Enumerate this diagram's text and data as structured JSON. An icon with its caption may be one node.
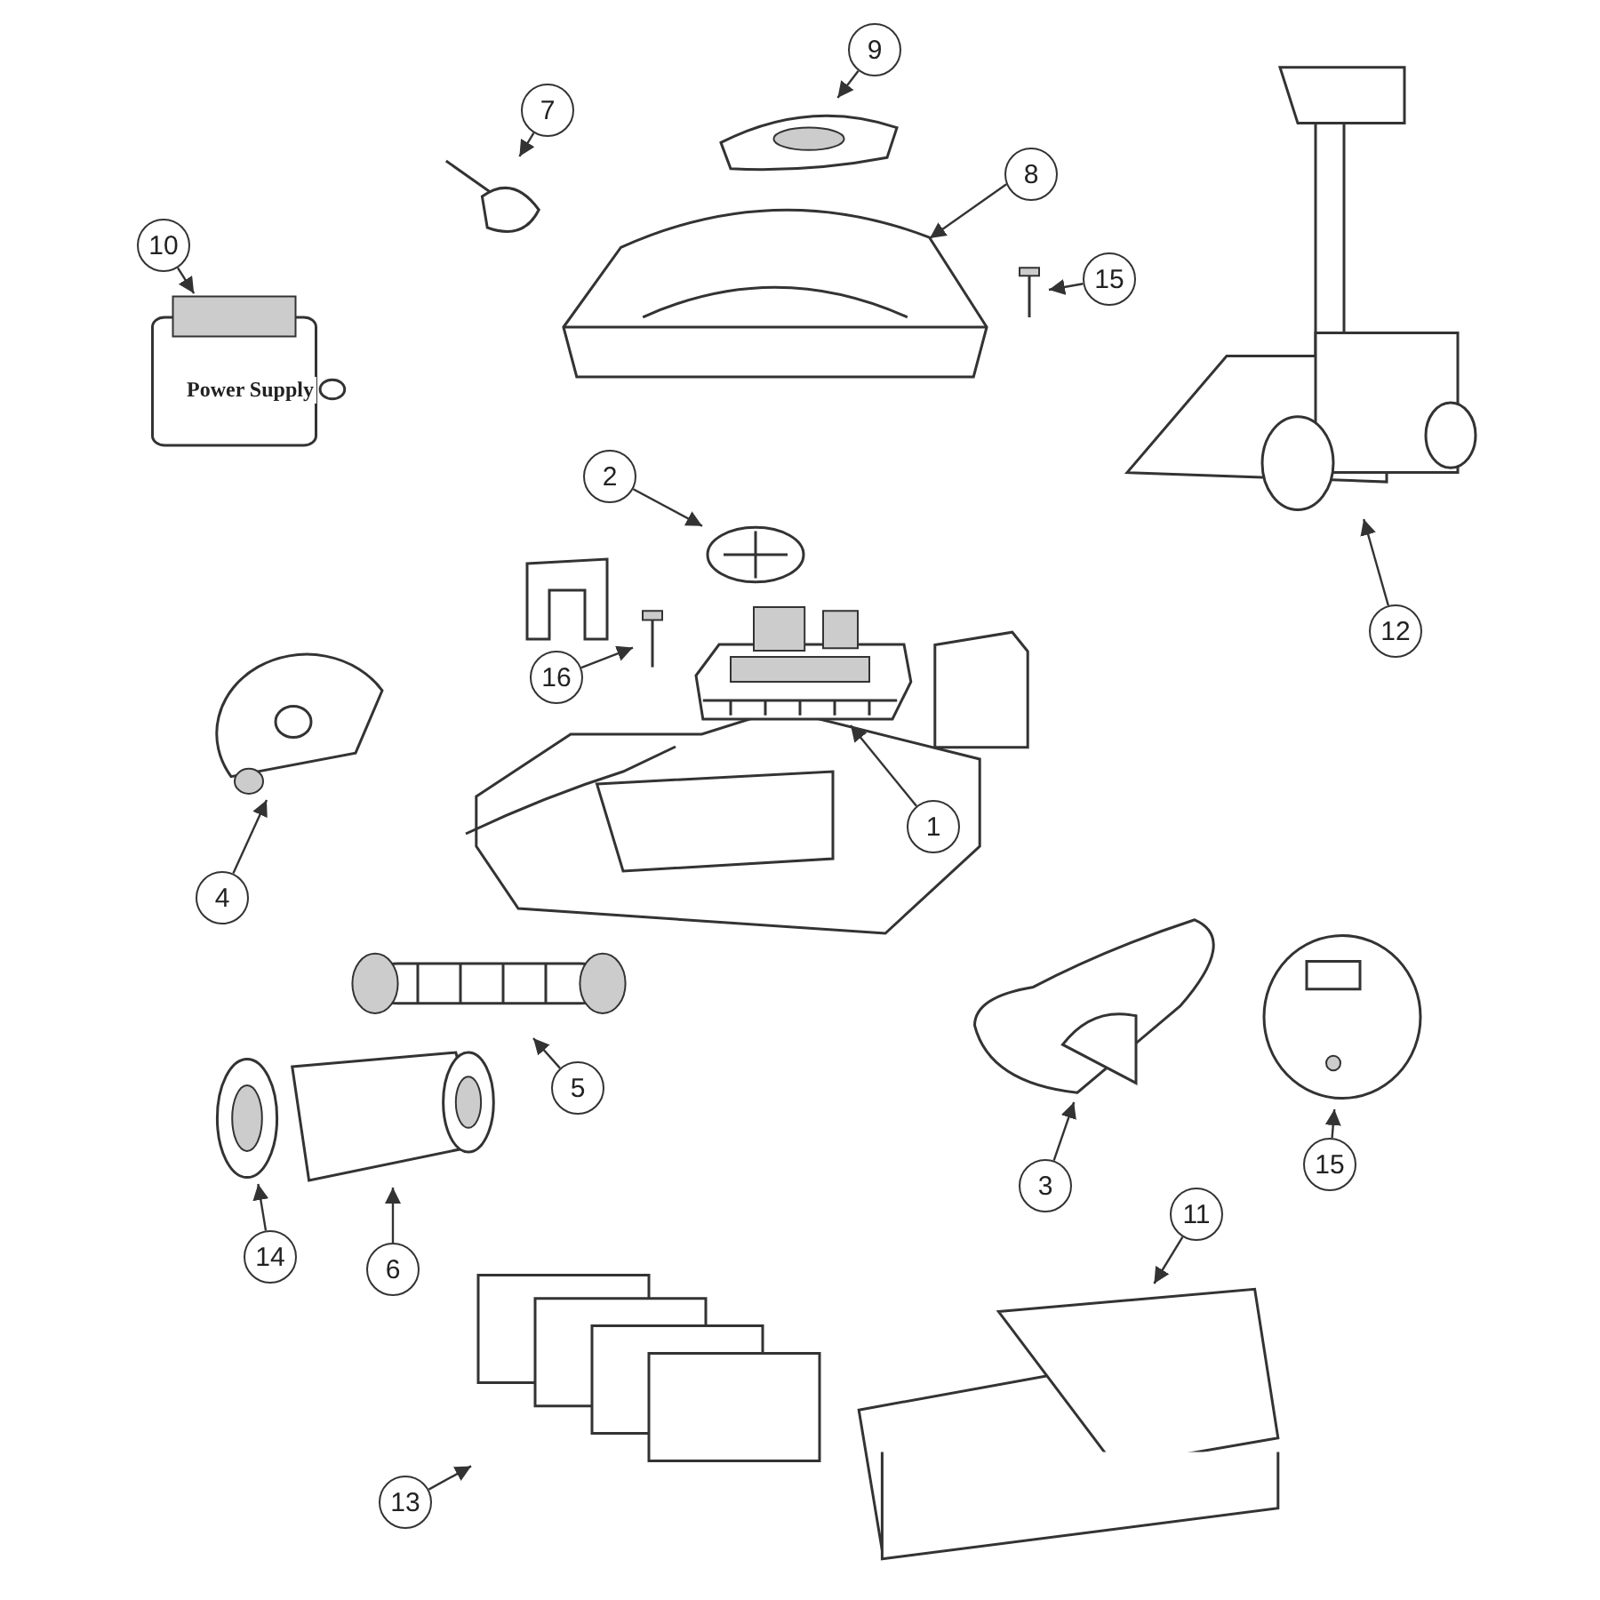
{
  "diagram": {
    "nodes": [
      {
        "text": [
          "9"
        ]
      },
      {
        "text": [
          "7"
        ]
      },
      {
        "text": [
          "8"
        ]
      },
      {
        "text": [
          "15"
        ]
      },
      {
        "text": [
          "10"
        ]
      },
      {
        "text": [
          "2"
        ]
      },
      {
        "text": [
          "16"
        ]
      },
      {
        "text": [
          "12"
        ]
      },
      {
        "text": [
          "1"
        ]
      },
      {
        "text": [
          "4"
        ]
      },
      {
        "text": [
          "5"
        ]
      },
      {
        "text": [
          "3"
        ]
      },
      {
        "text": [
          "15"
        ]
      },
      {
        "text": [
          "14"
        ]
      },
      {
        "text": [
          "6"
        ]
      },
      {
        "text": [
          "11"
        ]
      },
      {
        "text": [
          "13"
        ]
      },
      {
        "text": [],
        "shape": "picture"
      },
      {
        "text": [],
        "shape": "picture"
      },
      {
        "text": [],
        "shape": "picture"
      },
      {
        "text": [],
        "shape": "picture"
      },
      {
        "text": [
          "Power Supply"
        ]
      },
      {
        "text": [],
        "shape": "picture"
      },
      {
        "text": [],
        "shape": "picture"
      },
      {
        "text": [],
        "shape": "picture"
      },
      {
        "text": [],
        "shape": "picture"
      },
      {
        "text": [],
        "shape": "picture"
      },
      {
        "text": [],
        "shape": "picture"
      },
      {
        "text": [],
        "shape": "picture"
      },
      {
        "text": [],
        "shape": "picture"
      },
      {
        "text": [],
        "shape": "picture"
      },
      {
        "text": [],
        "shape": "picture"
      },
      {
        "text": [],
        "shape": "picture"
      },
      {
        "text": [],
        "shape": "picture"
      }
    ],
    "edges": [
      {
        "from": 0,
        "to": 17,
        "arrow": "to"
      },
      {
        "from": 1,
        "to": 18,
        "arrow": "to"
      },
      {
        "from": 2,
        "to": 19,
        "arrow": "to"
      },
      {
        "from": 3,
        "to": 20,
        "arrow": "to"
      },
      {
        "from": 4,
        "to": 21,
        "arrow": "to"
      },
      {
        "from": 5,
        "to": 22,
        "arrow": "to"
      },
      {
        "from": 6,
        "to": 23,
        "arrow": "to"
      },
      {
        "from": 7,
        "to": 24,
        "arrow": "to"
      },
      {
        "from": 8,
        "to": 25,
        "arrow": "to"
      },
      {
        "from": 9,
        "to": 26,
        "arrow": "to"
      },
      {
        "from": 10,
        "to": 27,
        "arrow": "to"
      },
      {
        "from": 11,
        "to": 28,
        "arrow": "to"
      },
      {
        "from": 12,
        "to": 29,
        "arrow": "to"
      },
      {
        "from": 13,
        "to": 30,
        "arrow": "to"
      },
      {
        "from": 14,
        "to": 31,
        "arrow": "to"
      },
      {
        "from": 15,
        "to": 32,
        "arrow": "to"
      },
      {
        "from": 16,
        "to": 33,
        "arrow": "to"
      }
    ]
  }
}
